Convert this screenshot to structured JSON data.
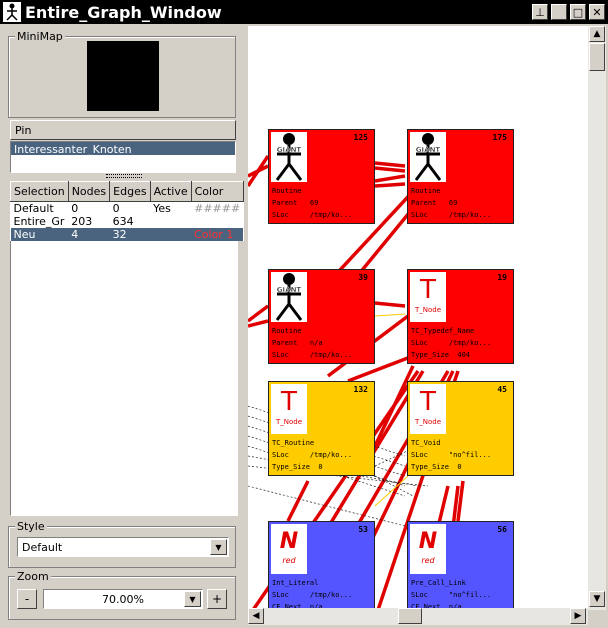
{
  "window": {
    "title": "Entire_Graph_Window",
    "buttons": [
      "pin",
      "minimize",
      "maximize",
      "close"
    ]
  },
  "minimap": {
    "label": "MiniMap"
  },
  "pin": {
    "label": "Pin",
    "items": [
      "Interessanter_Knoten"
    ]
  },
  "selection_table": {
    "headers": [
      "Selection",
      "Nodes",
      "Edges",
      "Active",
      "Color"
    ],
    "rows": [
      {
        "selection": "Default",
        "nodes": "0",
        "edges": "0",
        "active": "Yes",
        "color": "#####"
      },
      {
        "selection": "Entire_Gr",
        "nodes": "203",
        "edges": "634",
        "active": "",
        "color": ""
      },
      {
        "selection": "Neu",
        "nodes": "4",
        "edges": "32",
        "active": "",
        "color": "Color 1"
      }
    ]
  },
  "style": {
    "label": "Style",
    "value": "Default"
  },
  "zoom": {
    "label": "Zoom",
    "minus": "-",
    "plus": "+",
    "value": "70.00%"
  },
  "colors": {
    "red_node": "#ff0000",
    "yellow_node": "#ffcc00",
    "blue_node": "#5555ff",
    "edge_red": "#e00000",
    "selection_highlight": "#4a6480"
  },
  "graph": {
    "nodes": [
      {
        "id": "125",
        "icon": "giant-icon",
        "color": "red",
        "lines": [
          "Routine",
          "Parent   69",
          "SLoc     /tmp/ko..."
        ]
      },
      {
        "id": "175",
        "icon": "giant-icon",
        "color": "red",
        "lines": [
          "Routine",
          "Parent   69",
          "SLoc     /tmp/ko..."
        ]
      },
      {
        "id": "39",
        "icon": "giant-icon",
        "color": "red",
        "lines": [
          "Routine",
          "Parent   n/a",
          "SLoc     /tmp/ko..."
        ]
      },
      {
        "id": "19",
        "icon": "t-node-icon",
        "icon_label": "T_Node",
        "color": "red",
        "lines": [
          "TC_Typedef_Name",
          "SLoc     /tmp/ko...",
          "Type_Size  404"
        ]
      },
      {
        "id": "132",
        "icon": "t-node-icon",
        "icon_label": "T_Node",
        "color": "yellow",
        "lines": [
          "TC_Routine",
          "SLoc     /tmp/ko...",
          "Type_Size  0"
        ]
      },
      {
        "id": "45",
        "icon": "t-node-icon",
        "icon_label": "T_Node",
        "color": "yellow",
        "lines": [
          "TC_Void",
          "SLoc     \"no^fil...",
          "Type_Size  0"
        ]
      },
      {
        "id": "53",
        "icon": "n-red-icon",
        "icon_label": "red",
        "color": "blue",
        "lines": [
          "Int_Literal",
          "SLoc     /tmp/ko...",
          "CF_Next  n/a"
        ]
      },
      {
        "id": "56",
        "icon": "n-red-icon",
        "icon_label": "red",
        "color": "blue",
        "lines": [
          "Pre_Call_Link",
          "SLoc     \"no^fil...",
          "CF_Next  n/a"
        ]
      }
    ]
  }
}
